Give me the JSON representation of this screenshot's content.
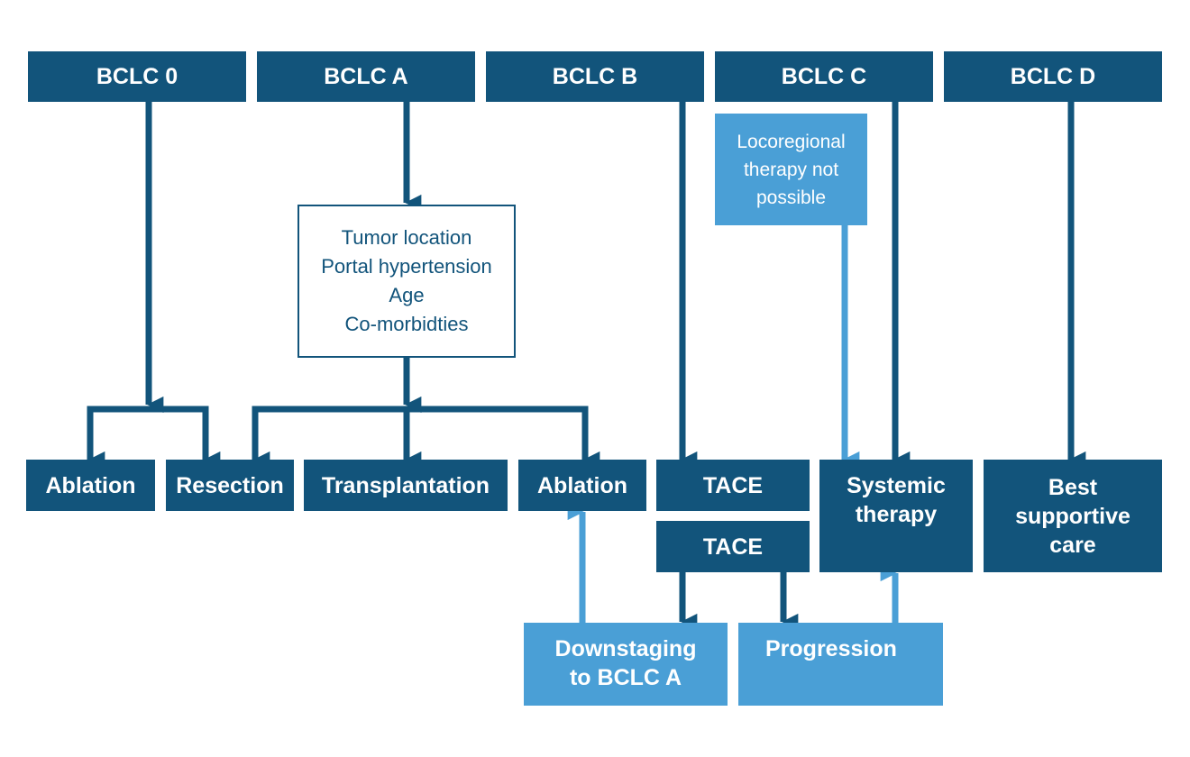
{
  "stages": {
    "bclc0": "BCLC 0",
    "bclca": "BCLC A",
    "bclcb": "BCLC B",
    "bclcc": "BCLC C",
    "bclcd": "BCLC D"
  },
  "factors": {
    "line1": "Tumor location",
    "line2": "Portal hypertension",
    "line3": "Age",
    "line4": "Co-morbidties"
  },
  "note": {
    "line1": "Locoregional",
    "line2": "therapy not",
    "line3": "possible"
  },
  "treatments": {
    "ablation_0": "Ablation",
    "resection": "Resection",
    "transplantation": "Transplantation",
    "ablation_a": "Ablation",
    "tace_1": "TACE",
    "tace_2": "TACE",
    "systemic_line1": "Systemic",
    "systemic_line2": "therapy",
    "bsc_line1": "Best",
    "bsc_line2": "supportive",
    "bsc_line3": "care"
  },
  "outcomes": {
    "downstaging_line1": "Downstaging",
    "downstaging_line2": "to BCLC A",
    "progression": "Progression"
  },
  "colors": {
    "dark": "#12547b",
    "light": "#4a9fd6",
    "background": "#ffffff"
  }
}
